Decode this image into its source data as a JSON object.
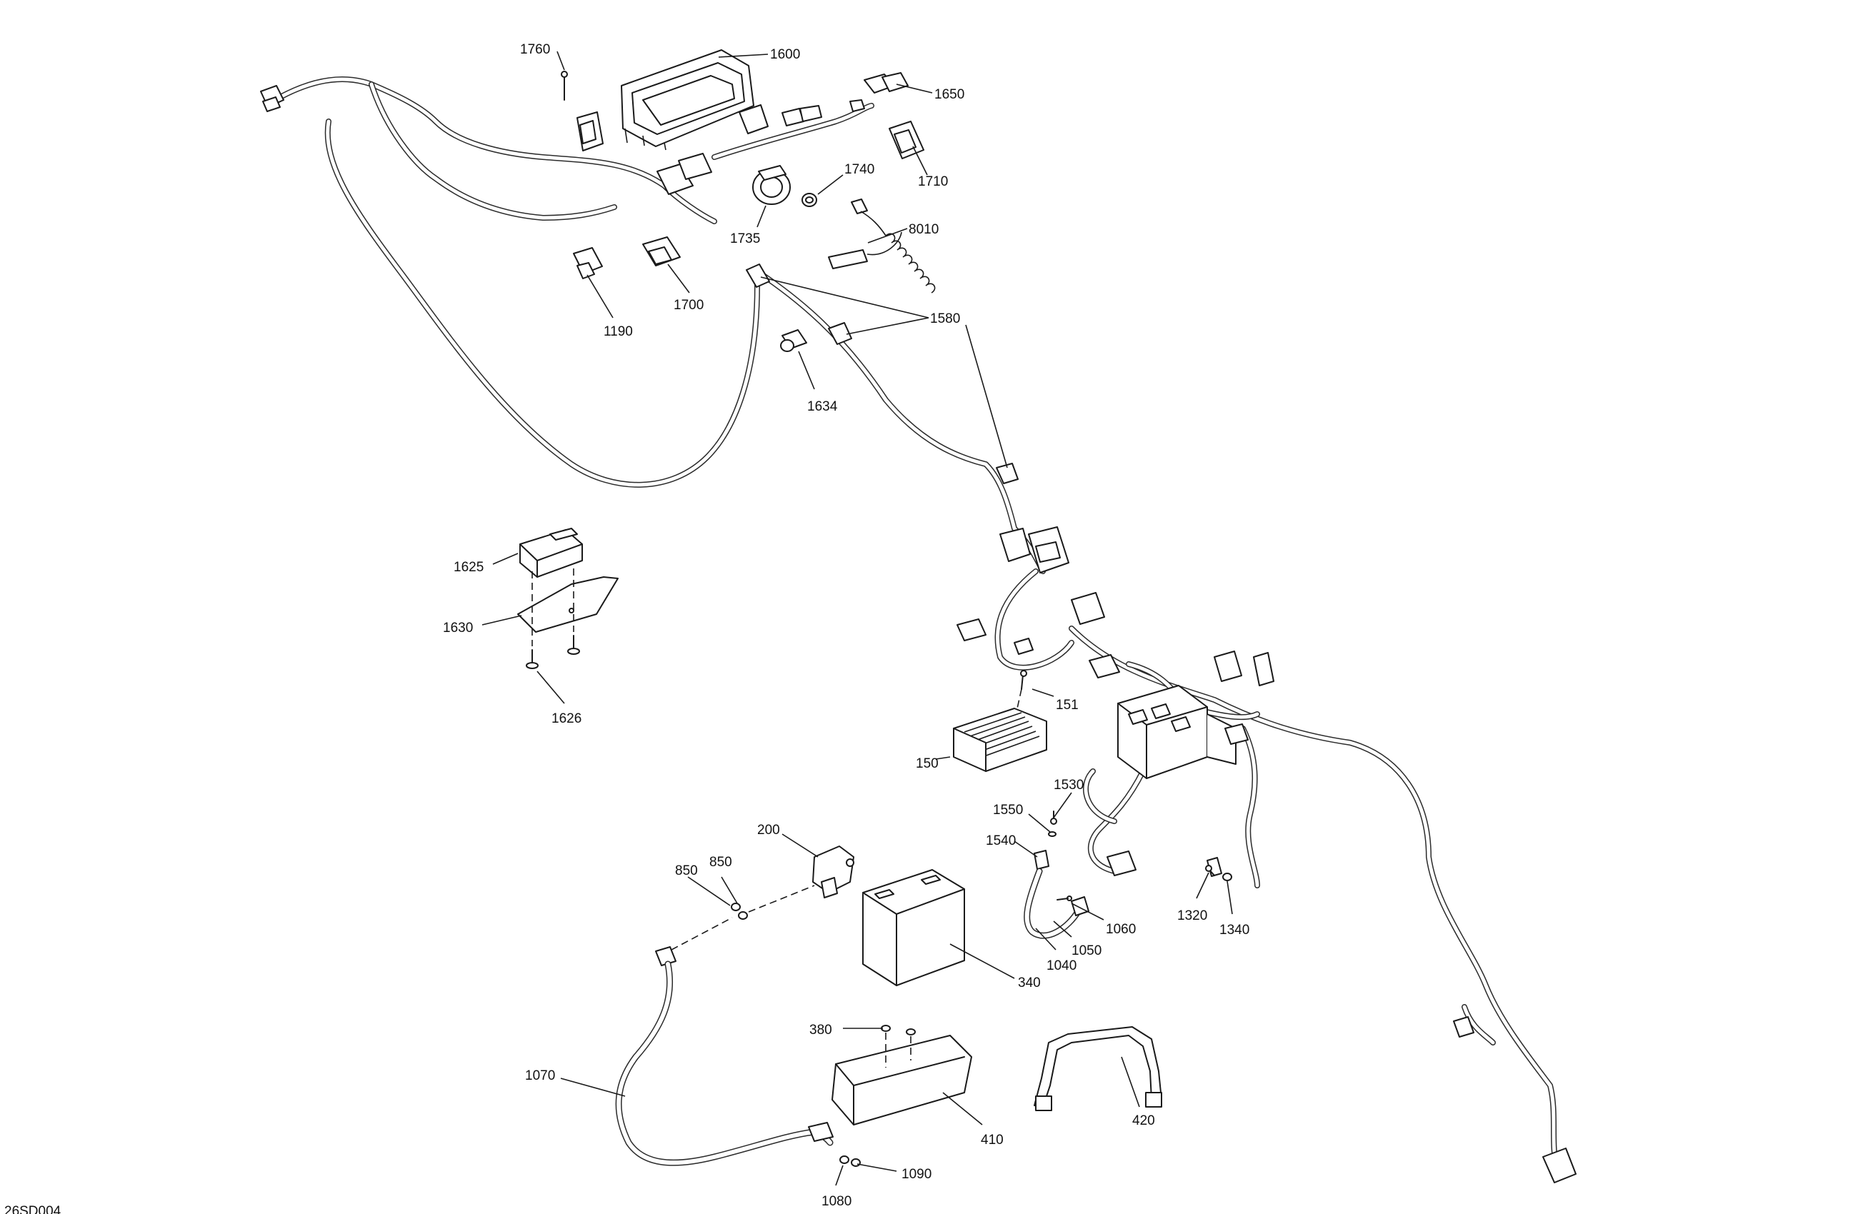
{
  "figure_id": "26SD004",
  "callouts": {
    "c1760": "1760",
    "c1600": "1600",
    "c1650": "1650",
    "c1710": "1710",
    "c1740": "1740",
    "c1735": "1735",
    "c8010": "8010",
    "c1190": "1190",
    "c1700": "1700",
    "c1580": "1580",
    "c1634": "1634",
    "c1625": "1625",
    "c1630": "1630",
    "c1626": "1626",
    "c151": "151",
    "c150": "150",
    "c1530": "1530",
    "c1550": "1550",
    "c1540": "1540",
    "c1060": "1060",
    "c1050": "1050",
    "c1040": "1040",
    "c1320": "1320",
    "c1340": "1340",
    "c200": "200",
    "c850a": "850",
    "c850b": "850",
    "c340": "340",
    "c380": "380",
    "c410": "410",
    "c420": "420",
    "c1070": "1070",
    "c1090": "1090",
    "c1080": "1080"
  }
}
